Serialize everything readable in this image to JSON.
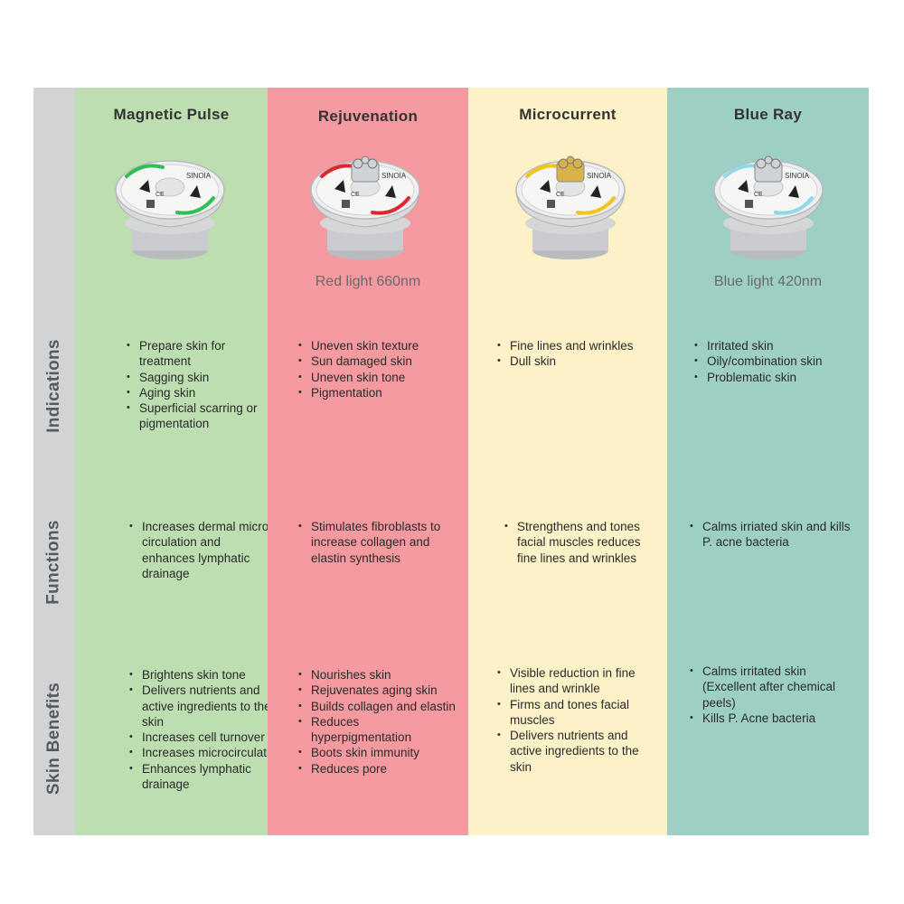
{
  "row_labels": {
    "indications": "Indications",
    "functions": "Functions",
    "skin_benefits": "Skin Benefits"
  },
  "colors": {
    "label_col": "#d2d3d5",
    "magnetic_pulse": "#bcdeb0",
    "rejuvenation": "#f49aa0",
    "microcurrent": "#fdf2c7",
    "blue_ray": "#9ecfc5"
  },
  "columns": [
    {
      "title": "Magnetic Pulse",
      "subtitle": "",
      "accent": "#2fbf55",
      "device_icon": "magnetic-pulse-head-icon",
      "indications": [
        "Prepare skin for treatment",
        "Sagging skin",
        "Aging skin",
        "Superficial scarring or pigmentation"
      ],
      "functions": [
        "Increases dermal micro circulation and enhances lymphatic drainage"
      ],
      "skin_benefits": [
        "Brightens skin tone",
        "Delivers nutrients and active ingredients to the skin",
        "Increases cell turnover",
        "Increases microcirculation",
        "Enhances lymphatic drainage"
      ]
    },
    {
      "title": "Rejuvenation",
      "subtitle": "Red light 660nm",
      "accent": "#e0262e",
      "device_icon": "rejuvenation-head-icon",
      "indications": [
        "Uneven skin texture",
        "Sun damaged skin",
        "Uneven skin tone",
        "Pigmentation"
      ],
      "functions": [
        "Stimulates fibroblasts to increase collagen and elastin synthesis"
      ],
      "skin_benefits": [
        "Nourishes skin",
        "Rejuvenates aging skin",
        "Builds collagen and elastin",
        "Reduces hyperpigmentation",
        "Boots skin immunity",
        "Reduces pore"
      ]
    },
    {
      "title": "Microcurrent",
      "subtitle": "",
      "accent": "#f2c51b",
      "device_icon": "microcurrent-head-icon",
      "indications": [
        "Fine lines and wrinkles",
        "Dull skin"
      ],
      "functions": [
        "Strengthens and tones facial muscles reduces fine lines and wrinkles"
      ],
      "skin_benefits": [
        "Visible reduction in fine lines and wrinkle",
        "Firms and tones facial muscles",
        "Delivers nutrients and active ingredients to the skin"
      ]
    },
    {
      "title": "Blue Ray",
      "subtitle": "Blue light 420nm",
      "accent": "#8fd9e8",
      "device_icon": "blue-ray-head-icon",
      "indications": [
        "Irritated skin",
        "Oily/combination skin",
        "Problematic skin"
      ],
      "functions": [
        "Calms irriated skin and kills P. acne bacteria"
      ],
      "skin_benefits": [
        "Calms irritated skin (Excellent after chemical peels)",
        "Kills P. Acne bacteria"
      ]
    }
  ]
}
